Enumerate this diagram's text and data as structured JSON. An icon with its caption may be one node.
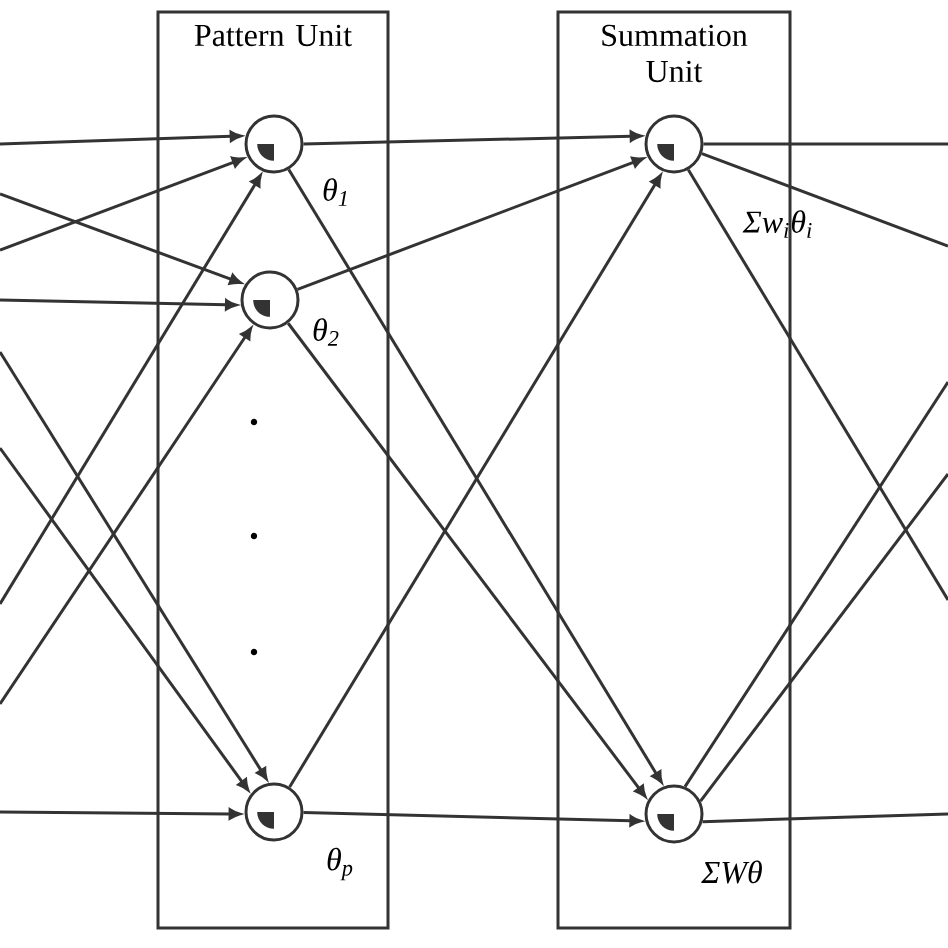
{
  "diagram": {
    "nodes": [
      {
        "text": [
          "Pattern Unit"
        ]
      },
      {
        "text": [],
        "shape": "circle",
        "in": 0,
        "beside": [
          "θ$_{1}$"
        ]
      },
      {
        "text": [],
        "shape": "circle",
        "in": 0,
        "beside": [
          "θ$_{2}$"
        ]
      },
      {
        "text": [],
        "shape": "circle",
        "in": 0,
        "beside": [
          "θ$_{p}$"
        ]
      },
      {
        "text": [
          "Summation Unit"
        ]
      },
      {
        "text": [],
        "shape": "circle",
        "in": 4,
        "beside": [
          "Σw$_{i}$θ$_{i}$"
        ]
      },
      {
        "text": [],
        "shape": "circle",
        "in": 4,
        "beside": [
          "ΣWθ"
        ]
      }
    ],
    "edges": [
      {
        "from": null,
        "to": 1,
        "arrow": "to"
      },
      {
        "from": null,
        "to": 1,
        "arrow": "to"
      },
      {
        "from": null,
        "to": 1,
        "arrow": "to"
      },
      {
        "from": null,
        "to": 2,
        "arrow": "to"
      },
      {
        "from": null,
        "to": 2,
        "arrow": "to"
      },
      {
        "from": null,
        "to": 2,
        "arrow": "to"
      },
      {
        "from": null,
        "to": 3,
        "arrow": "to"
      },
      {
        "from": null,
        "to": 3,
        "arrow": "to"
      },
      {
        "from": null,
        "to": 3,
        "arrow": "to"
      },
      {
        "from": 1,
        "to": 5,
        "arrow": "to"
      },
      {
        "from": 1,
        "to": 6,
        "arrow": "to"
      },
      {
        "from": 2,
        "to": 5,
        "arrow": "to"
      },
      {
        "from": 2,
        "to": 6,
        "arrow": "to"
      },
      {
        "from": 3,
        "to": 5,
        "arrow": "to"
      },
      {
        "from": 3,
        "to": 6,
        "arrow": "to"
      },
      {
        "from": 5,
        "to": null,
        "arrow": "none"
      },
      {
        "from": 5,
        "to": null,
        "arrow": "none"
      },
      {
        "from": 5,
        "to": null,
        "arrow": "none"
      },
      {
        "from": 6,
        "to": null,
        "arrow": "none"
      },
      {
        "from": 6,
        "to": null,
        "arrow": "none"
      },
      {
        "from": 6,
        "to": null,
        "arrow": "none"
      }
    ]
  }
}
